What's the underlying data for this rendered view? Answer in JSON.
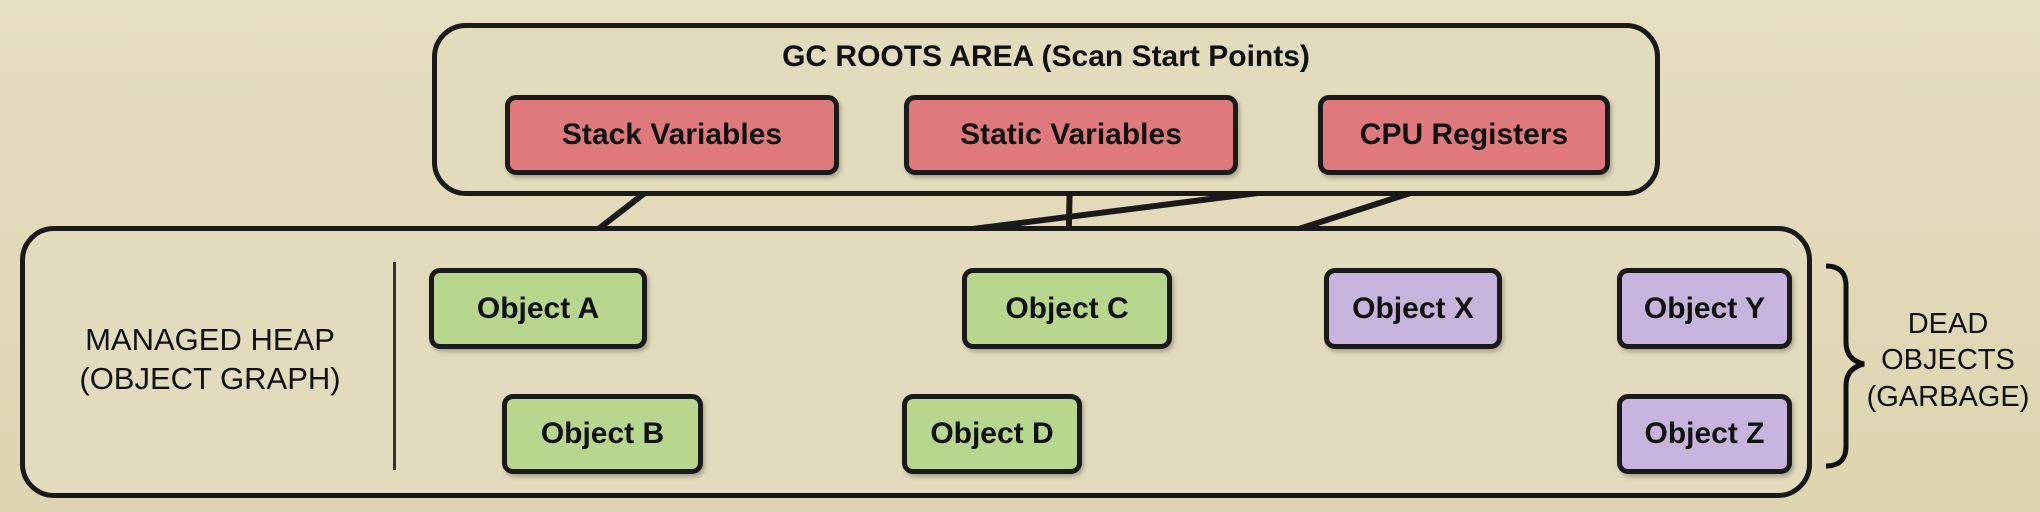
{
  "roots_area": {
    "title": "GC ROOTS AREA (Scan Start Points)",
    "roots": [
      {
        "id": "stack",
        "label": "Stack Variables"
      },
      {
        "id": "static",
        "label": "Static Variables"
      },
      {
        "id": "cpu",
        "label": "CPU Registers"
      }
    ]
  },
  "heap": {
    "label": "MANAGED HEAP\n(OBJECT GRAPH)",
    "live_objects": [
      {
        "id": "A",
        "label": "Object A"
      },
      {
        "id": "B",
        "label": "Object B"
      },
      {
        "id": "C",
        "label": "Object C"
      },
      {
        "id": "D",
        "label": "Object D"
      }
    ],
    "dead_objects": [
      {
        "id": "X",
        "label": "Object X"
      },
      {
        "id": "Y",
        "label": "Object Y"
      },
      {
        "id": "Z",
        "label": "Object Z"
      }
    ]
  },
  "dead_label": "DEAD\nOBJECTS\n(GARBAGE)",
  "edges": [
    {
      "from": "stack",
      "to": "A",
      "style": "solid"
    },
    {
      "from": "static",
      "to": "C",
      "style": "solid"
    },
    {
      "from": "cpu",
      "to": "A",
      "style": "solid"
    },
    {
      "from": "cpu",
      "to": "C",
      "style": "solid"
    },
    {
      "from": "A",
      "to": "B",
      "style": "solid"
    },
    {
      "from": "A",
      "to": "D",
      "style": "solid"
    },
    {
      "from": "C",
      "to": "D",
      "style": "solid"
    },
    {
      "from": "B",
      "to": "D",
      "style": "solid"
    },
    {
      "from": "X",
      "to": "Y",
      "style": "dashed",
      "bidirectional": true
    },
    {
      "from": "X",
      "to": "Z",
      "style": "dashed",
      "bidirectional": true
    }
  ],
  "colors": {
    "root_fill": "#de7a7e",
    "live_fill": "#b9d68f",
    "dead_fill": "#c6b4dc",
    "stroke": "#1a1a1a"
  }
}
